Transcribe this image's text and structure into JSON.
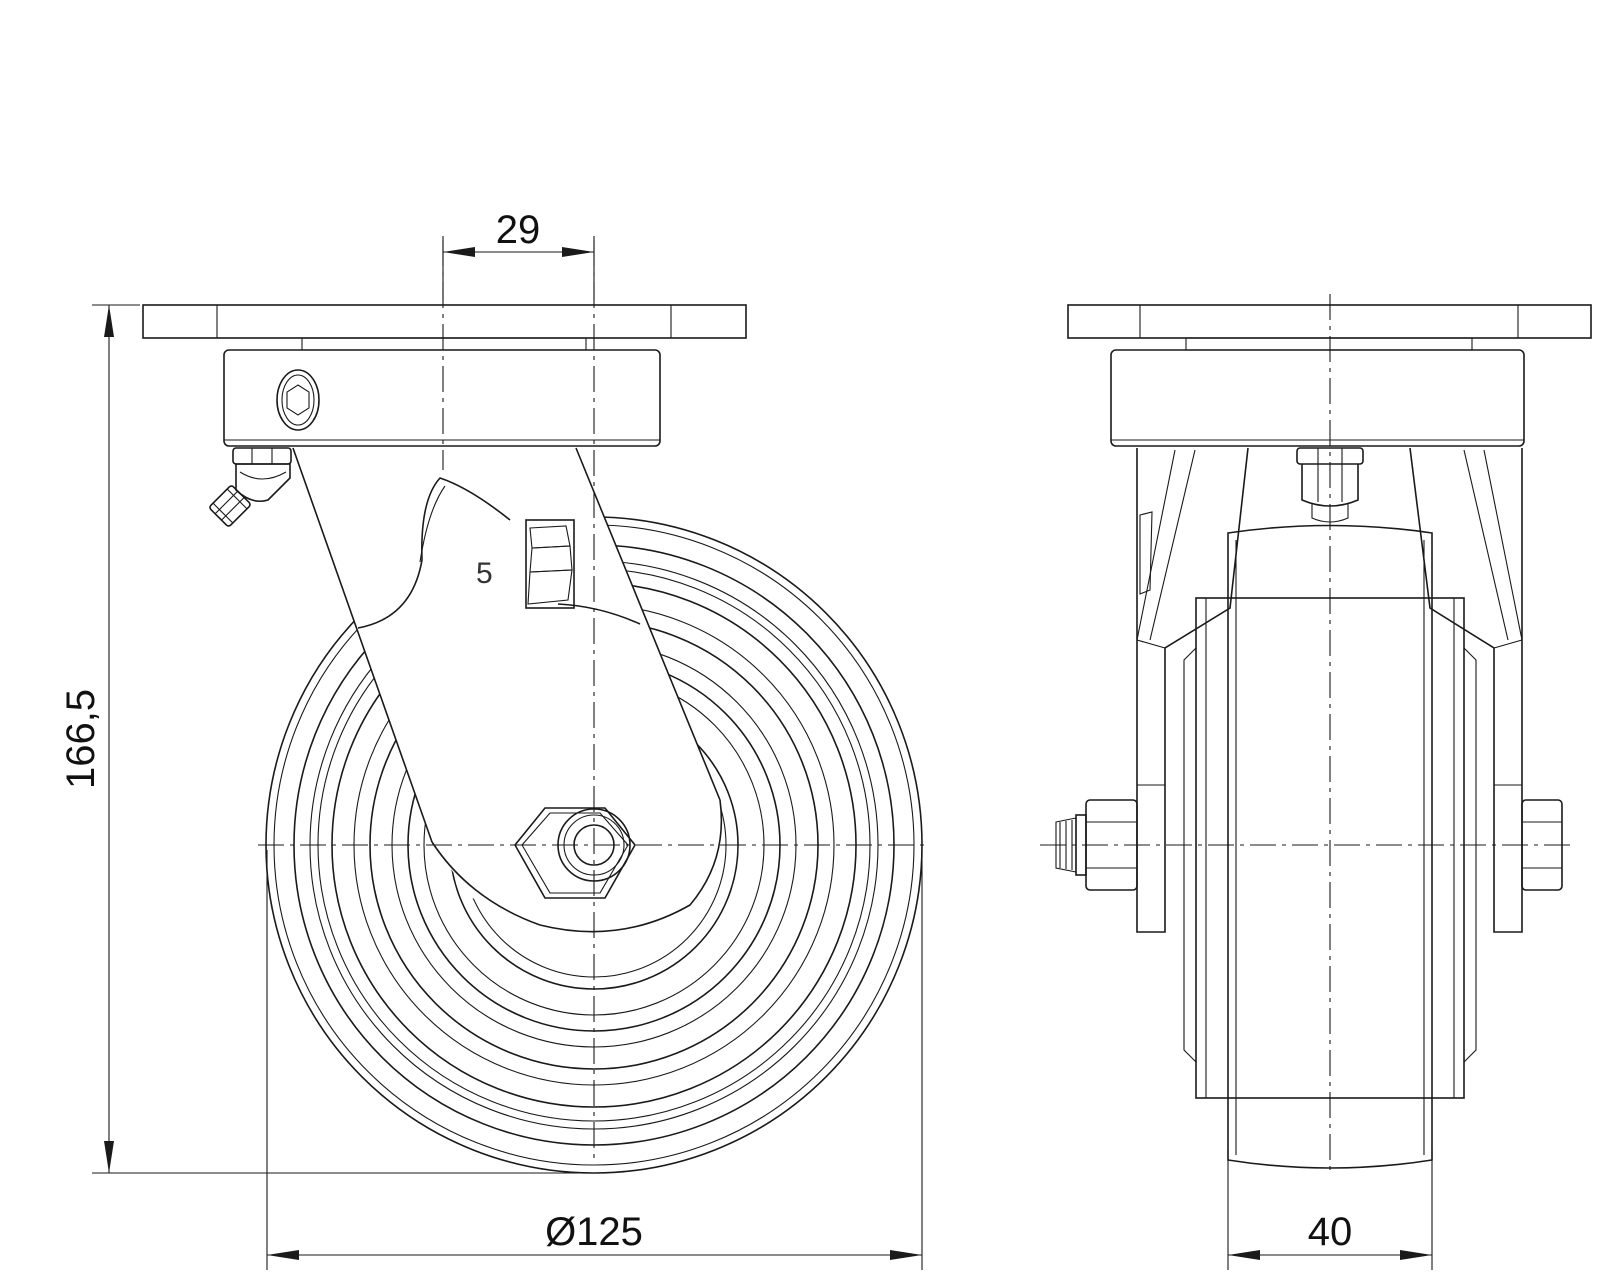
{
  "dimensions": {
    "offset": "29",
    "height": "166,5",
    "wheel_diameter": "Ø125",
    "wheel_width": "40"
  },
  "part_mark": "5"
}
